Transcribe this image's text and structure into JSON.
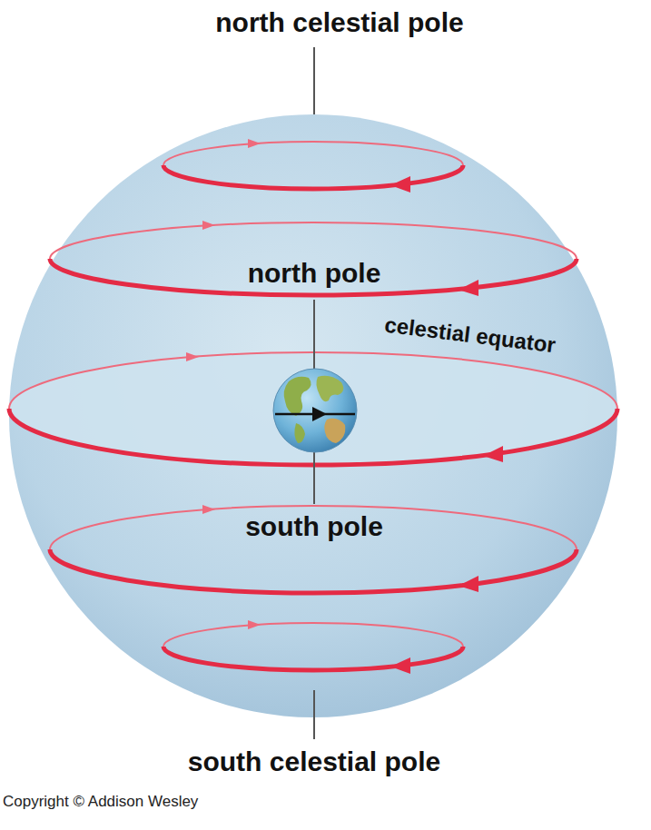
{
  "diagram": {
    "labels": [
      "north celestial pole",
      "north pole",
      "celestial equator",
      "south pole",
      "south celestial pole",
      "Copyright © Addison Wesley"
    ]
  }
}
